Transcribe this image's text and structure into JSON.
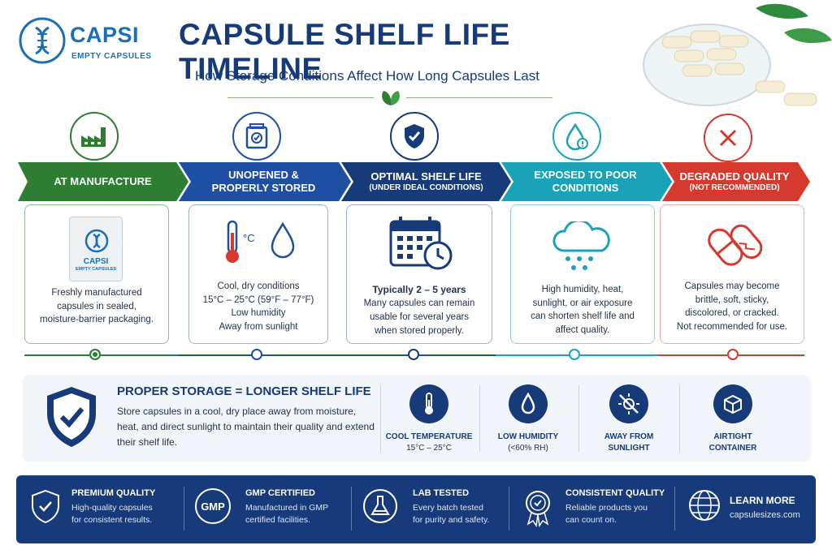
{
  "brand": {
    "name": "CAPSI",
    "tagline": "EMPTY CAPSULES",
    "colors": {
      "navy": "#173a78",
      "green": "#2e7d32",
      "blue": "#1e4fa3",
      "teal": "#1aa3b8",
      "red": "#d63a2f"
    }
  },
  "header": {
    "title": "CAPSULE SHELF LIFE TIMELINE",
    "subtitle": "How Storage Conditions Affect How Long Capsules Last"
  },
  "stages": [
    {
      "icon": "factory-icon",
      "title": "AT MANUFACTURE",
      "subtitle": "",
      "lines": [
        "Freshly manufactured",
        "capsules in sealed,",
        "moisture-barrier packaging."
      ],
      "package_label": "CAPSI",
      "package_sub": "EMPTY CAPSULES"
    },
    {
      "icon": "package-check-icon",
      "title": "UNOPENED &",
      "title2": "PROPERLY STORED",
      "lines": [
        "Cool, dry conditions",
        "15°C – 25°C (59°F – 77°F)",
        "Low humidity",
        "Away from sunlight"
      ],
      "unit": "°C"
    },
    {
      "icon": "shield-check-icon",
      "title": "OPTIMAL SHELF LIFE",
      "subtitle": "(UNDER IDEAL CONDITIONS)",
      "highlight": "Typically 2 – 5 years",
      "lines": [
        "Many capsules can remain",
        "usable for several years",
        "when stored properly."
      ]
    },
    {
      "icon": "droplet-alert-icon",
      "title": "EXPOSED TO POOR",
      "title2": "CONDITIONS",
      "lines": [
        "High humidity, heat,",
        "sunlight, or air exposure",
        "can shorten shelf life and",
        "affect quality."
      ]
    },
    {
      "icon": "x-circle-icon",
      "title": "DEGRADED QUALITY",
      "subtitle": "(NOT RECOMMENDED)",
      "lines": [
        "Capsules may become",
        "brittle, soft, sticky,",
        "discolored, or cracked.",
        "Not recommended for use."
      ]
    }
  ],
  "storage": {
    "title": "PROPER STORAGE = LONGER SHELF LIFE",
    "text": "Store capsules in a cool, dry place away from moisture, heat, and direct sunlight to maintain their quality and extend their shelf life.",
    "items": [
      {
        "icon": "thermometer-icon",
        "label": "COOL TEMPERATURE",
        "sub": "15°C – 25°C"
      },
      {
        "icon": "droplet-icon",
        "label": "LOW HUMIDITY",
        "sub": "(<60% RH)"
      },
      {
        "icon": "no-sun-icon",
        "label": "AWAY FROM",
        "sub_bold": "SUNLIGHT"
      },
      {
        "icon": "box-icon",
        "label": "AIRTIGHT",
        "sub_bold": "CONTAINER"
      }
    ]
  },
  "footer": [
    {
      "icon": "shield-badge-icon",
      "title": "PREMIUM QUALITY",
      "text": [
        "High-quality capsules",
        "for consistent results."
      ]
    },
    {
      "icon": "gmp-icon",
      "badge": "GMP",
      "title": "GMP CERTIFIED",
      "text": [
        "Manufactured in GMP",
        "certified facilities."
      ]
    },
    {
      "icon": "flask-icon",
      "title": "LAB TESTED",
      "text": [
        "Every batch tested",
        "for purity and safety."
      ]
    },
    {
      "icon": "award-icon",
      "title": "CONSISTENT QUALITY",
      "text": [
        "Reliable products you",
        "can count on."
      ]
    },
    {
      "icon": "globe-icon",
      "title": "LEARN MORE",
      "text": [
        "capsulesizes.com"
      ]
    }
  ]
}
